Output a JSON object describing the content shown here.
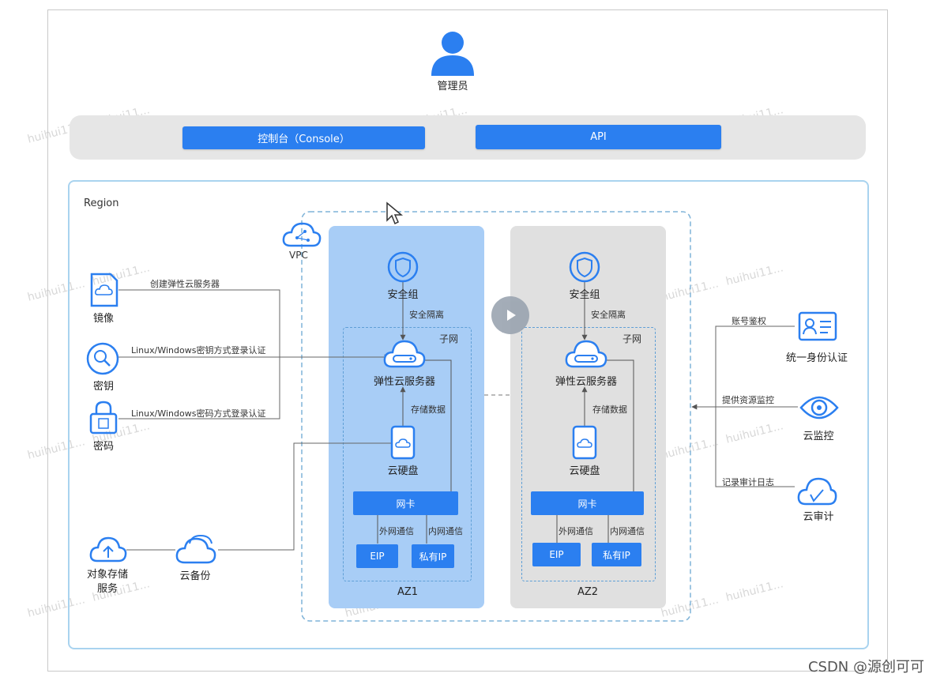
{
  "admin": {
    "label": "管理员"
  },
  "access": {
    "console": "控制台（Console）",
    "api": "API"
  },
  "region": {
    "label": "Region"
  },
  "vpc": {
    "label": "VPC"
  },
  "left": {
    "image": "镜像",
    "key": "密钥",
    "password": "密码",
    "obs_line1": "对象存储",
    "obs_line2": "服务",
    "backup": "云备份",
    "edge_create": "创建弹性云服务器",
    "edge_key": "Linux/Windows密钥方式登录认证",
    "edge_pwd": "Linux/Windows密码方式登录认证"
  },
  "az1": {
    "name": "AZ1",
    "secgroup": "安全组",
    "isolation": "安全隔离",
    "subnet": "子网",
    "ecs": "弹性云服务器",
    "storage": "存储数据",
    "disk": "云硬盘",
    "nic": "网卡",
    "ext": "外网通信",
    "int": "内网通信",
    "eip": "EIP",
    "private_ip": "私有IP"
  },
  "az2": {
    "name": "AZ2",
    "secgroup": "安全组",
    "isolation": "安全隔离",
    "subnet": "子网",
    "ecs": "弹性云服务器",
    "storage": "存储数据",
    "disk": "云硬盘",
    "nic": "网卡",
    "ext": "外网通信",
    "int": "内网通信",
    "eip": "EIP",
    "private_ip": "私有IP"
  },
  "right": {
    "iam": "统一身份认证",
    "ces": "云监控",
    "cts": "云审计",
    "edge_auth": "账号鉴权",
    "edge_monitor": "提供资源监控",
    "edge_audit": "记录审计日志"
  },
  "watermark": "huihui11...",
  "credit": "CSDN @源创可可",
  "colors": {
    "accent": "#2b7ff0",
    "az1_bg": "#a8cdf6",
    "az2_bg": "#e0e0e0",
    "region_border": "#a9d3ef"
  }
}
